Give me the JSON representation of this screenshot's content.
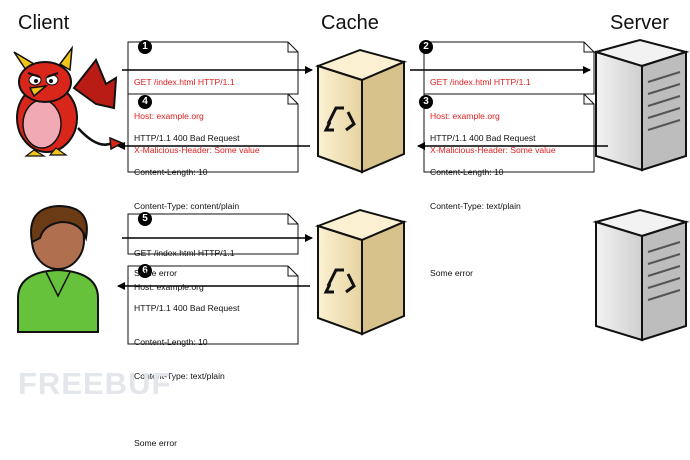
{
  "headings": {
    "client": "Client",
    "cache": "Cache",
    "server": "Server"
  },
  "steps": [
    {
      "number": "1",
      "lines": [
        "GET /index.html HTTP/1.1",
        "Host: example.org",
        "X-Malicious-Header: Some value"
      ],
      "color": "#e02020"
    },
    {
      "number": "2",
      "lines": [
        "GET /index.html HTTP/1.1",
        "Host: example.org",
        "X-Malicious-Header: Some value"
      ],
      "color": "#e02020"
    },
    {
      "number": "3",
      "lines": [
        "HTTP/1.1 400 Bad Request",
        "Content-Length: 10",
        "Content-Type: text/plain",
        "",
        "Some error"
      ],
      "color": "#111111"
    },
    {
      "number": "4",
      "lines": [
        "HTTP/1.1 400 Bad Request",
        "Content-Length: 10",
        "Content-Type: content/plain",
        "",
        "Some error"
      ],
      "color": "#111111"
    },
    {
      "number": "5",
      "lines": [
        "GET /index.html HTTP/1.1",
        "Host: example.org"
      ],
      "color": "#111111"
    },
    {
      "number": "6",
      "lines": [
        "HTTP/1.1 400 Bad Request",
        "Content-Length: 10",
        "Content-Type: text/plain",
        "",
        "Some error"
      ],
      "color": "#111111"
    }
  ],
  "watermark": "FREEBUF",
  "colors": {
    "malicious_text": "#e02020",
    "cache_body": "#f3e3b8",
    "server_body": "#dcdcdc",
    "devil": "#d8261b",
    "user_shirt": "#66c23a"
  }
}
